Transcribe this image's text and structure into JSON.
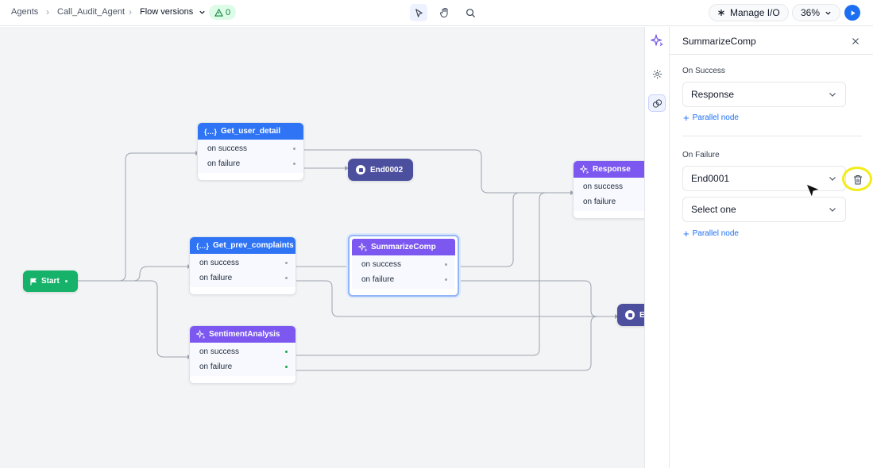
{
  "breadcrumb": {
    "items": [
      "Agents",
      "Call_Audit_Agent"
    ],
    "current": "Flow versions",
    "warnings": "0"
  },
  "toolbar": {
    "manage_io": "Manage I/O",
    "zoom": "36%"
  },
  "canvas": {
    "start_label": "Start",
    "nodes": {
      "get_user_detail": {
        "title": "Get_user_detail",
        "rows": [
          "on success",
          "on failure"
        ]
      },
      "get_prev_complaints": {
        "title": "Get_prev_complaints",
        "rows": [
          "on success",
          "on failure"
        ]
      },
      "sentiment_analysis": {
        "title": "SentimentAnalysis",
        "rows": [
          "on success",
          "on failure"
        ]
      },
      "summarize_comp": {
        "title": "SummarizeComp",
        "rows": [
          "on success",
          "on failure"
        ]
      },
      "response": {
        "title": "Response",
        "rows": [
          "on success",
          "on failure"
        ]
      },
      "end0002": {
        "title": "End0002"
      },
      "end_partial": {
        "title": "E"
      }
    }
  },
  "panel": {
    "title": "SummarizeComp",
    "on_success_label": "On Success",
    "on_success_value": "Response",
    "parallel_node_label": "Parallel node",
    "on_failure_label": "On Failure",
    "on_failure_value": "End0001",
    "on_failure_placeholder": "Select one",
    "parallel_node_label_2": "Parallel node"
  },
  "colors": {
    "accent": "#1d6ff2",
    "start_green": "#17b26a",
    "blue_node": "#2f74f5",
    "purple_node": "#7c58f0",
    "end_node": "#4c4f9e",
    "highlight": "#f2ec1a"
  }
}
